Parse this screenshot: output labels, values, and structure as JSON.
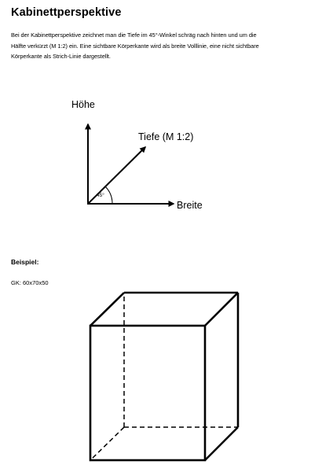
{
  "document": {
    "title": "Kabinettperspektive",
    "intro_lines": [
      "Bei der Kabinettperspektive zeichnet man die Tiefe im 45°-Winkel schräg nach hinten und um die",
      "Hälfte verkürzt (M 1:2) ein. Eine sichtbare Körperkante wird als breite Volllinie, eine nicht sichtbare",
      "Körperkante als Strich-Linie dargestellt."
    ]
  },
  "axes_diagram": {
    "vertical_label": "Höhe",
    "diagonal_label": "Tiefe (M 1:2)",
    "horizontal_label": "Breite",
    "angle_label": "45°"
  },
  "example": {
    "heading": "Beispiel:",
    "dimensions": "GK: 60x70x50"
  },
  "colors": {
    "text": "#000000",
    "background": "#ffffff"
  }
}
